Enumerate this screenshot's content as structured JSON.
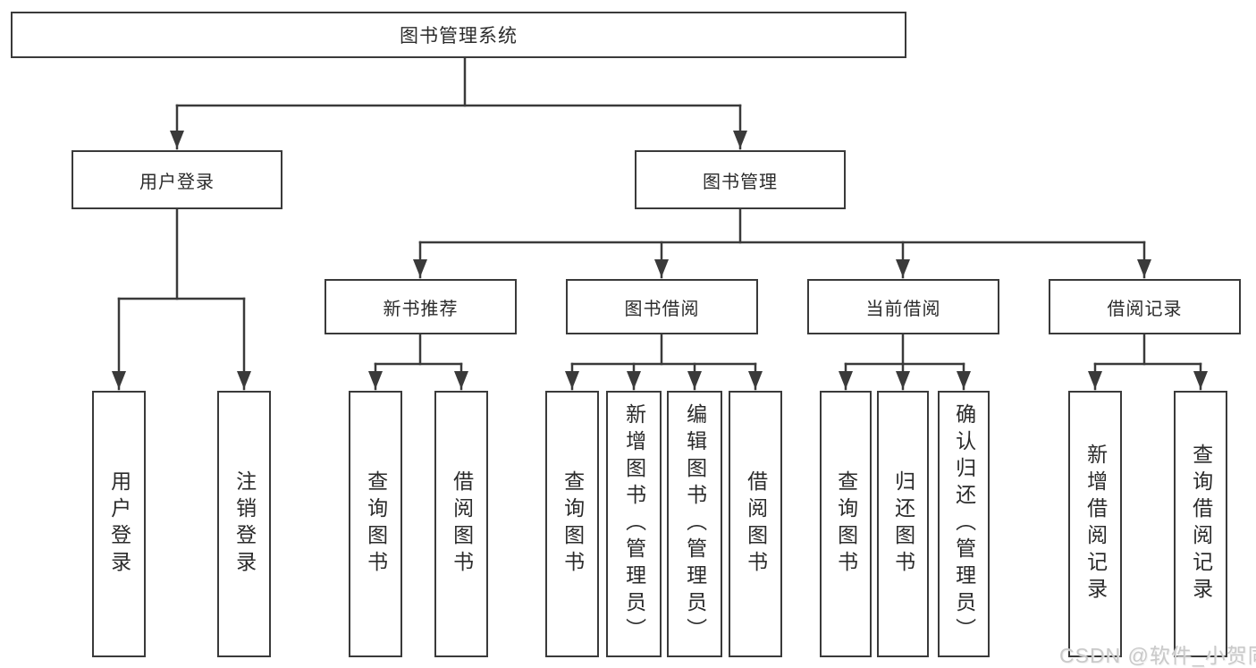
{
  "tree": {
    "root": "图书管理系统",
    "branches": [
      {
        "label": "用户登录",
        "children": [
          {
            "label": "用户登录"
          },
          {
            "label": "注销登录"
          }
        ]
      },
      {
        "label": "图书管理",
        "sections": [
          {
            "label": "新书推荐",
            "children": [
              {
                "label": "查询图书"
              },
              {
                "label": "借阅图书"
              }
            ]
          },
          {
            "label": "图书借阅",
            "children": [
              {
                "label": "查询图书"
              },
              {
                "label": "新增图书（管理员）"
              },
              {
                "label": "编辑图书（管理员）"
              },
              {
                "label": "借阅图书"
              }
            ]
          },
          {
            "label": "当前借阅",
            "children": [
              {
                "label": "查询图书"
              },
              {
                "label": "归还图书"
              },
              {
                "label": "确认归还（管理员）"
              }
            ]
          },
          {
            "label": "借阅记录",
            "children": [
              {
                "label": "新增借阅记录"
              },
              {
                "label": "查询借阅记录"
              }
            ]
          }
        ]
      }
    ]
  },
  "watermark": {
    "text": "CSDN @软件_小贺同学"
  },
  "colors": {
    "line": "#3a3a3a",
    "box_border": "#3a3a3a",
    "text": "#2b2b2b",
    "background": "#ffffff",
    "watermark": "#c9c9c9"
  }
}
